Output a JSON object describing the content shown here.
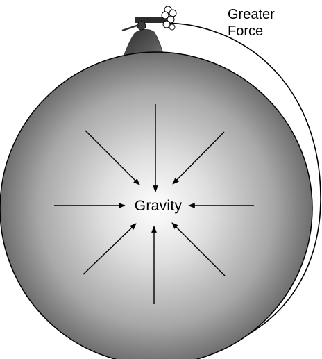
{
  "labels": {
    "center": "Gravity",
    "force_line1": "Greater",
    "force_line2": "Force"
  },
  "colors": {
    "planet_center": "#ffffff",
    "planet_edge": "#6e6e6e",
    "outline": "#000000",
    "mountain": "#4a4a4a"
  },
  "icons": {
    "cannon": "cannon-icon",
    "smoke": "smoke-cloud-icon",
    "mountain": "mountain-icon"
  }
}
